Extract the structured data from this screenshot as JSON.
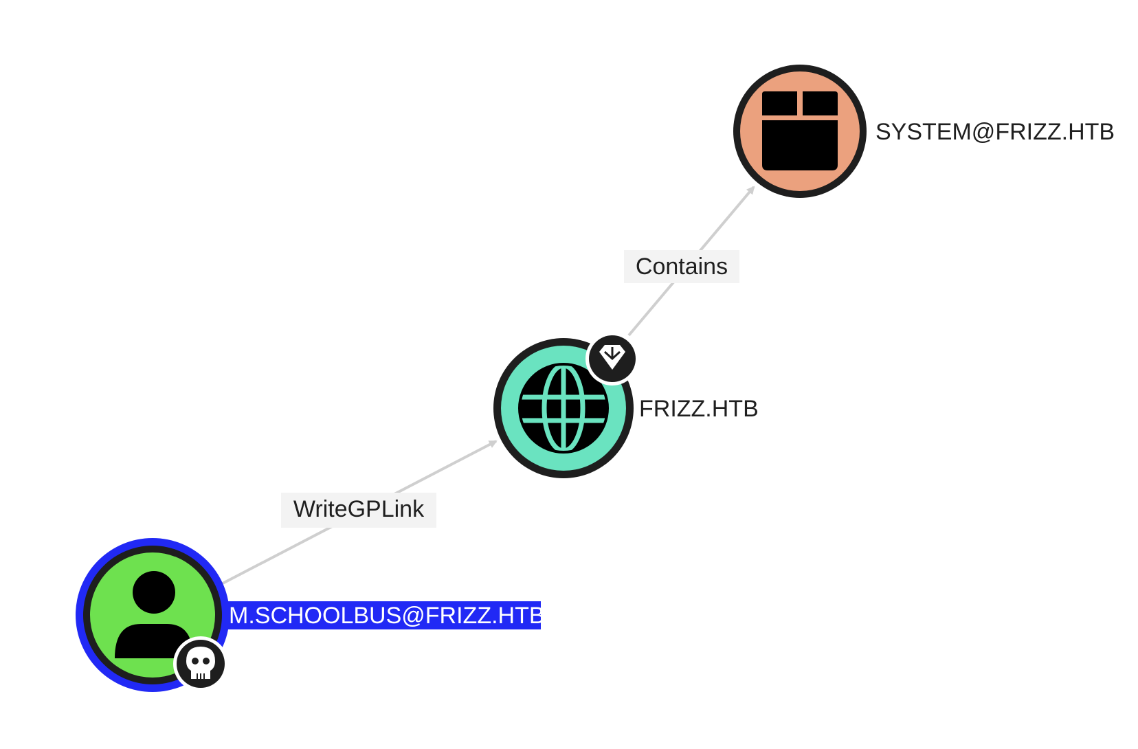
{
  "graph": {
    "nodes": [
      {
        "id": "user",
        "label": "M.SCHOOLBUS@FRIZZ.HTB",
        "kind": "user-icon",
        "fill": "#6ee14f",
        "selected": true,
        "badge": "skull-icon"
      },
      {
        "id": "domain",
        "label": "FRIZZ.HTB",
        "kind": "globe-icon",
        "fill": "#6ae3c0",
        "selected": false,
        "badge": "gem-icon"
      },
      {
        "id": "container",
        "label": "SYSTEM@FRIZZ.HTB",
        "kind": "box-icon",
        "fill": "#eba17e",
        "selected": false,
        "badge": null
      }
    ],
    "edges": [
      {
        "from": "user",
        "to": "domain",
        "label": "WriteGPLink"
      },
      {
        "from": "domain",
        "to": "container",
        "label": "Contains"
      }
    ]
  },
  "colors": {
    "selection_ring": "#2129f5",
    "node_ring": "#1e1e1e",
    "edge": "#cfcfcf",
    "edge_label_bg": "#f3f3f3",
    "label_selected_bg": "#2129f5"
  }
}
